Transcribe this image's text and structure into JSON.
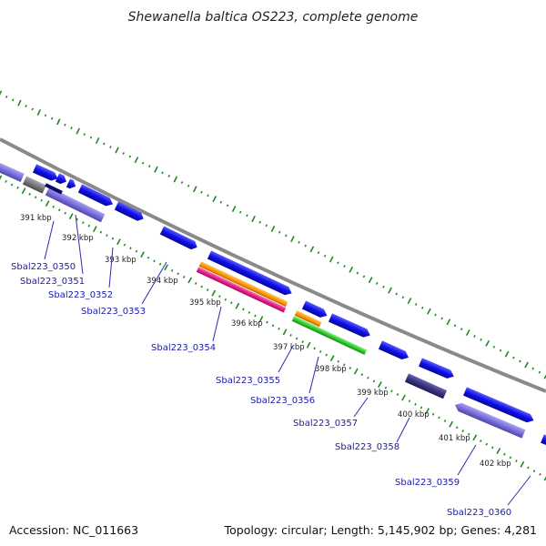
{
  "title": "Shewanella baltica OS223, complete genome",
  "footer": {
    "accession": "Accession: NC_011663",
    "summary": "Topology: circular; Length: 5,145,902 bp; Genes: 4,281"
  },
  "colors": {
    "backbone": "#8a8a8a",
    "forward_gene": "#1010e8",
    "reverse_gene": "#7a70dc",
    "dark_gene": "#3a3480",
    "grey_gene": "#7a7a7a",
    "orange_track": "#ff9a00",
    "magenta_track": "#e81e8c",
    "green_track": "#2ecc2e",
    "gc_dots": "#1f8a1f",
    "label": "#1a1aa6"
  },
  "scale_labels": [
    "391 kbp",
    "392 kbp",
    "393 kbp",
    "394 kbp",
    "395 kbp",
    "396 kbp",
    "397 kbp",
    "398 kbp",
    "399 kbp",
    "400 kbp",
    "401 kbp",
    "402 kbp"
  ],
  "gene_labels": [
    "Sbal223_0350",
    "Sbal223_0351",
    "Sbal223_0352",
    "Sbal223_0353",
    "Sbal223_0354",
    "Sbal223_0355",
    "Sbal223_0356",
    "Sbal223_0357",
    "Sbal223_0358",
    "Sbal223_0359",
    "Sbal223_0360"
  ]
}
